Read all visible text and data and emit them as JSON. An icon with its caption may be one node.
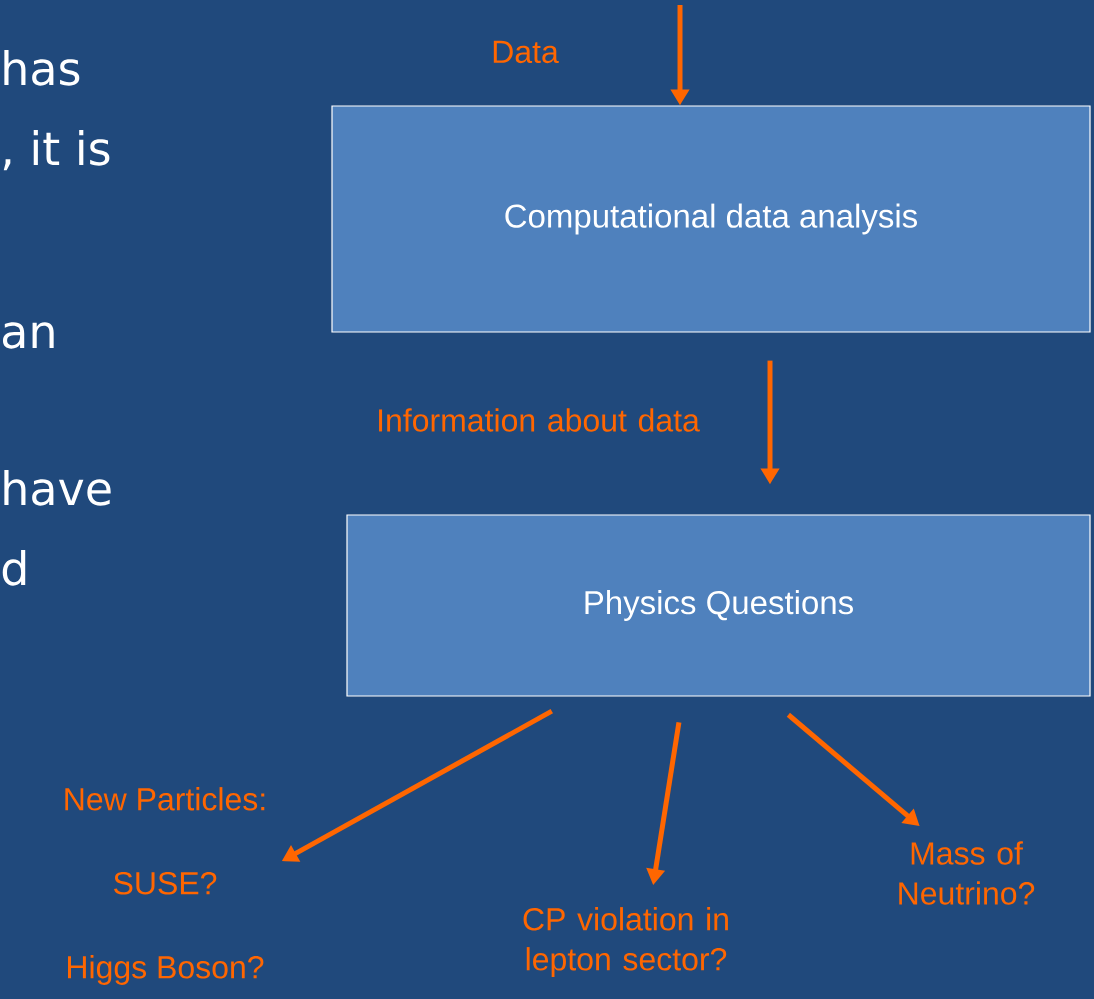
{
  "diagram": {
    "nodes": [
      {
        "text": [
          "Computational data analysis"
        ]
      },
      {
        "text": [
          "Physics Questions"
        ]
      },
      {
        "text": [
          "New Particles:",
          "SUSE?",
          "Higgs Boson?"
        ]
      },
      {
        "text": [
          "CP violation in lepton sector?"
        ]
      },
      {
        "text": [
          "Mass of Neutrino?"
        ]
      }
    ],
    "edges": [
      {
        "from": null,
        "to": 0,
        "arrow": "to",
        "label": "Data"
      },
      {
        "from": 0,
        "to": 1,
        "arrow": "to",
        "label": "Information about data"
      },
      {
        "from": 1,
        "to": 2,
        "arrow": "to"
      },
      {
        "from": 1,
        "to": 3,
        "arrow": "to"
      },
      {
        "from": 1,
        "to": 4,
        "arrow": "to"
      }
    ],
    "labels": [
      "has",
      ", it is",
      "an",
      "have",
      "d"
    ]
  }
}
